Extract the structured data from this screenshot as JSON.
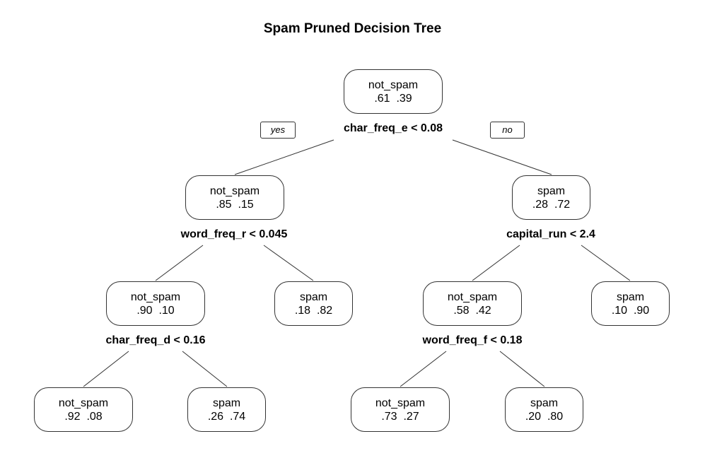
{
  "title": "Spam Pruned Decision Tree",
  "branch_tags": {
    "yes": "yes",
    "no": "no"
  },
  "nodes": [
    {
      "id": "n1",
      "class_label": "not_spam",
      "probs": ".61  .39",
      "split": "char_freq_e < 0.08"
    },
    {
      "id": "n2",
      "class_label": "not_spam",
      "probs": ".85  .15",
      "split": "word_freq_r < 0.045"
    },
    {
      "id": "n3",
      "class_label": "spam",
      "probs": ".28  .72",
      "split": "capital_run < 2.4"
    },
    {
      "id": "n4",
      "class_label": "not_spam",
      "probs": ".90  .10",
      "split": "char_freq_d < 0.16"
    },
    {
      "id": "n5",
      "class_label": "spam",
      "probs": ".18  .82",
      "split": ""
    },
    {
      "id": "n6",
      "class_label": "not_spam",
      "probs": ".58  .42",
      "split": "word_freq_f < 0.18"
    },
    {
      "id": "n7",
      "class_label": "spam",
      "probs": ".10  .90",
      "split": ""
    },
    {
      "id": "n8",
      "class_label": "not_spam",
      "probs": ".92  .08",
      "split": ""
    },
    {
      "id": "n9",
      "class_label": "spam",
      "probs": ".26  .74",
      "split": ""
    },
    {
      "id": "n10",
      "class_label": "not_spam",
      "probs": ".73  .27",
      "split": ""
    },
    {
      "id": "n11",
      "class_label": "spam",
      "probs": ".20  .80",
      "split": ""
    }
  ]
}
